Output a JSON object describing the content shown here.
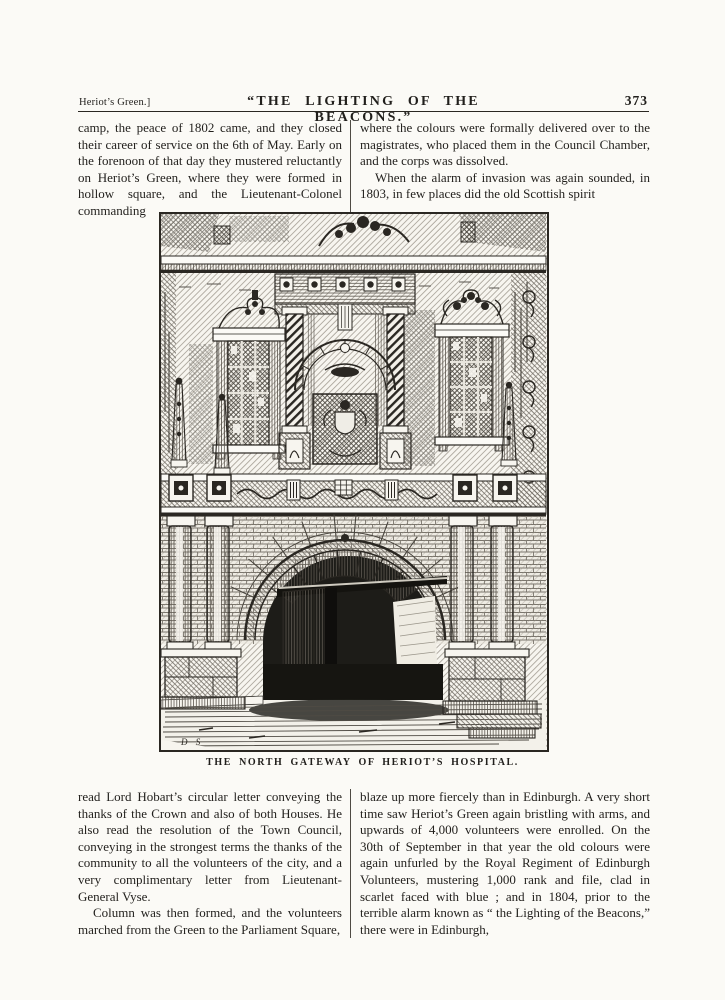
{
  "page": {
    "paper_color": "#fbfaf6",
    "ink_color": "#211f1c"
  },
  "header": {
    "left_label": "Heriot’s Green.]",
    "title": "“THE LIGHTING OF THE BEACONS.”",
    "page_number": "373"
  },
  "columns_top": {
    "left": {
      "p1": "camp, the peace of 1802 came, and they closed their career of service on the 6th of May.  Early on the forenoon of that day they mustered reluctantly on Heriot’s Green, where they were formed in hollow square, and the Lieutenant-Colonel commanding"
    },
    "right": {
      "p1": "where the colours were formally delivered over to the magistrates, who placed them in the Council Chamber, and the corps was dissolved.",
      "p2": "When the alarm of invasion was again sounded, in 1803, in few places did the old Scottish spirit"
    }
  },
  "illustration": {
    "caption": "THE NORTH GATEWAY OF HERIOT’S HOSPITAL.",
    "signature": "D S"
  },
  "columns_bottom": {
    "left": {
      "p1": "read Lord Hobart’s circular letter conveying the thanks of the Crown and also of both Houses. He also read the resolution of the Town Council, conveying in the strongest terms the thanks of the community to all the volunteers of the city, and a very complimentary letter from Lieutenant-General Vyse.",
      "p2": "Column was then formed, and the volunteers marched from the Green to the Parliament Square,"
    },
    "right": {
      "p1": "blaze up more fiercely than in Edinburgh.  A very short time saw Heriot’s Green again bristling with arms, and upwards of 4,000 volunteers were enrolled.  On the 30th of September in that year the old colours were again unfurled by the Royal Regiment of Edinburgh Volunteers, mustering 1,000 rank and file, clad in scarlet faced with blue ; and in 1804, prior to the terrible alarm known as “ the Lighting of the Beacons,” there were in Edinburgh,"
    }
  }
}
